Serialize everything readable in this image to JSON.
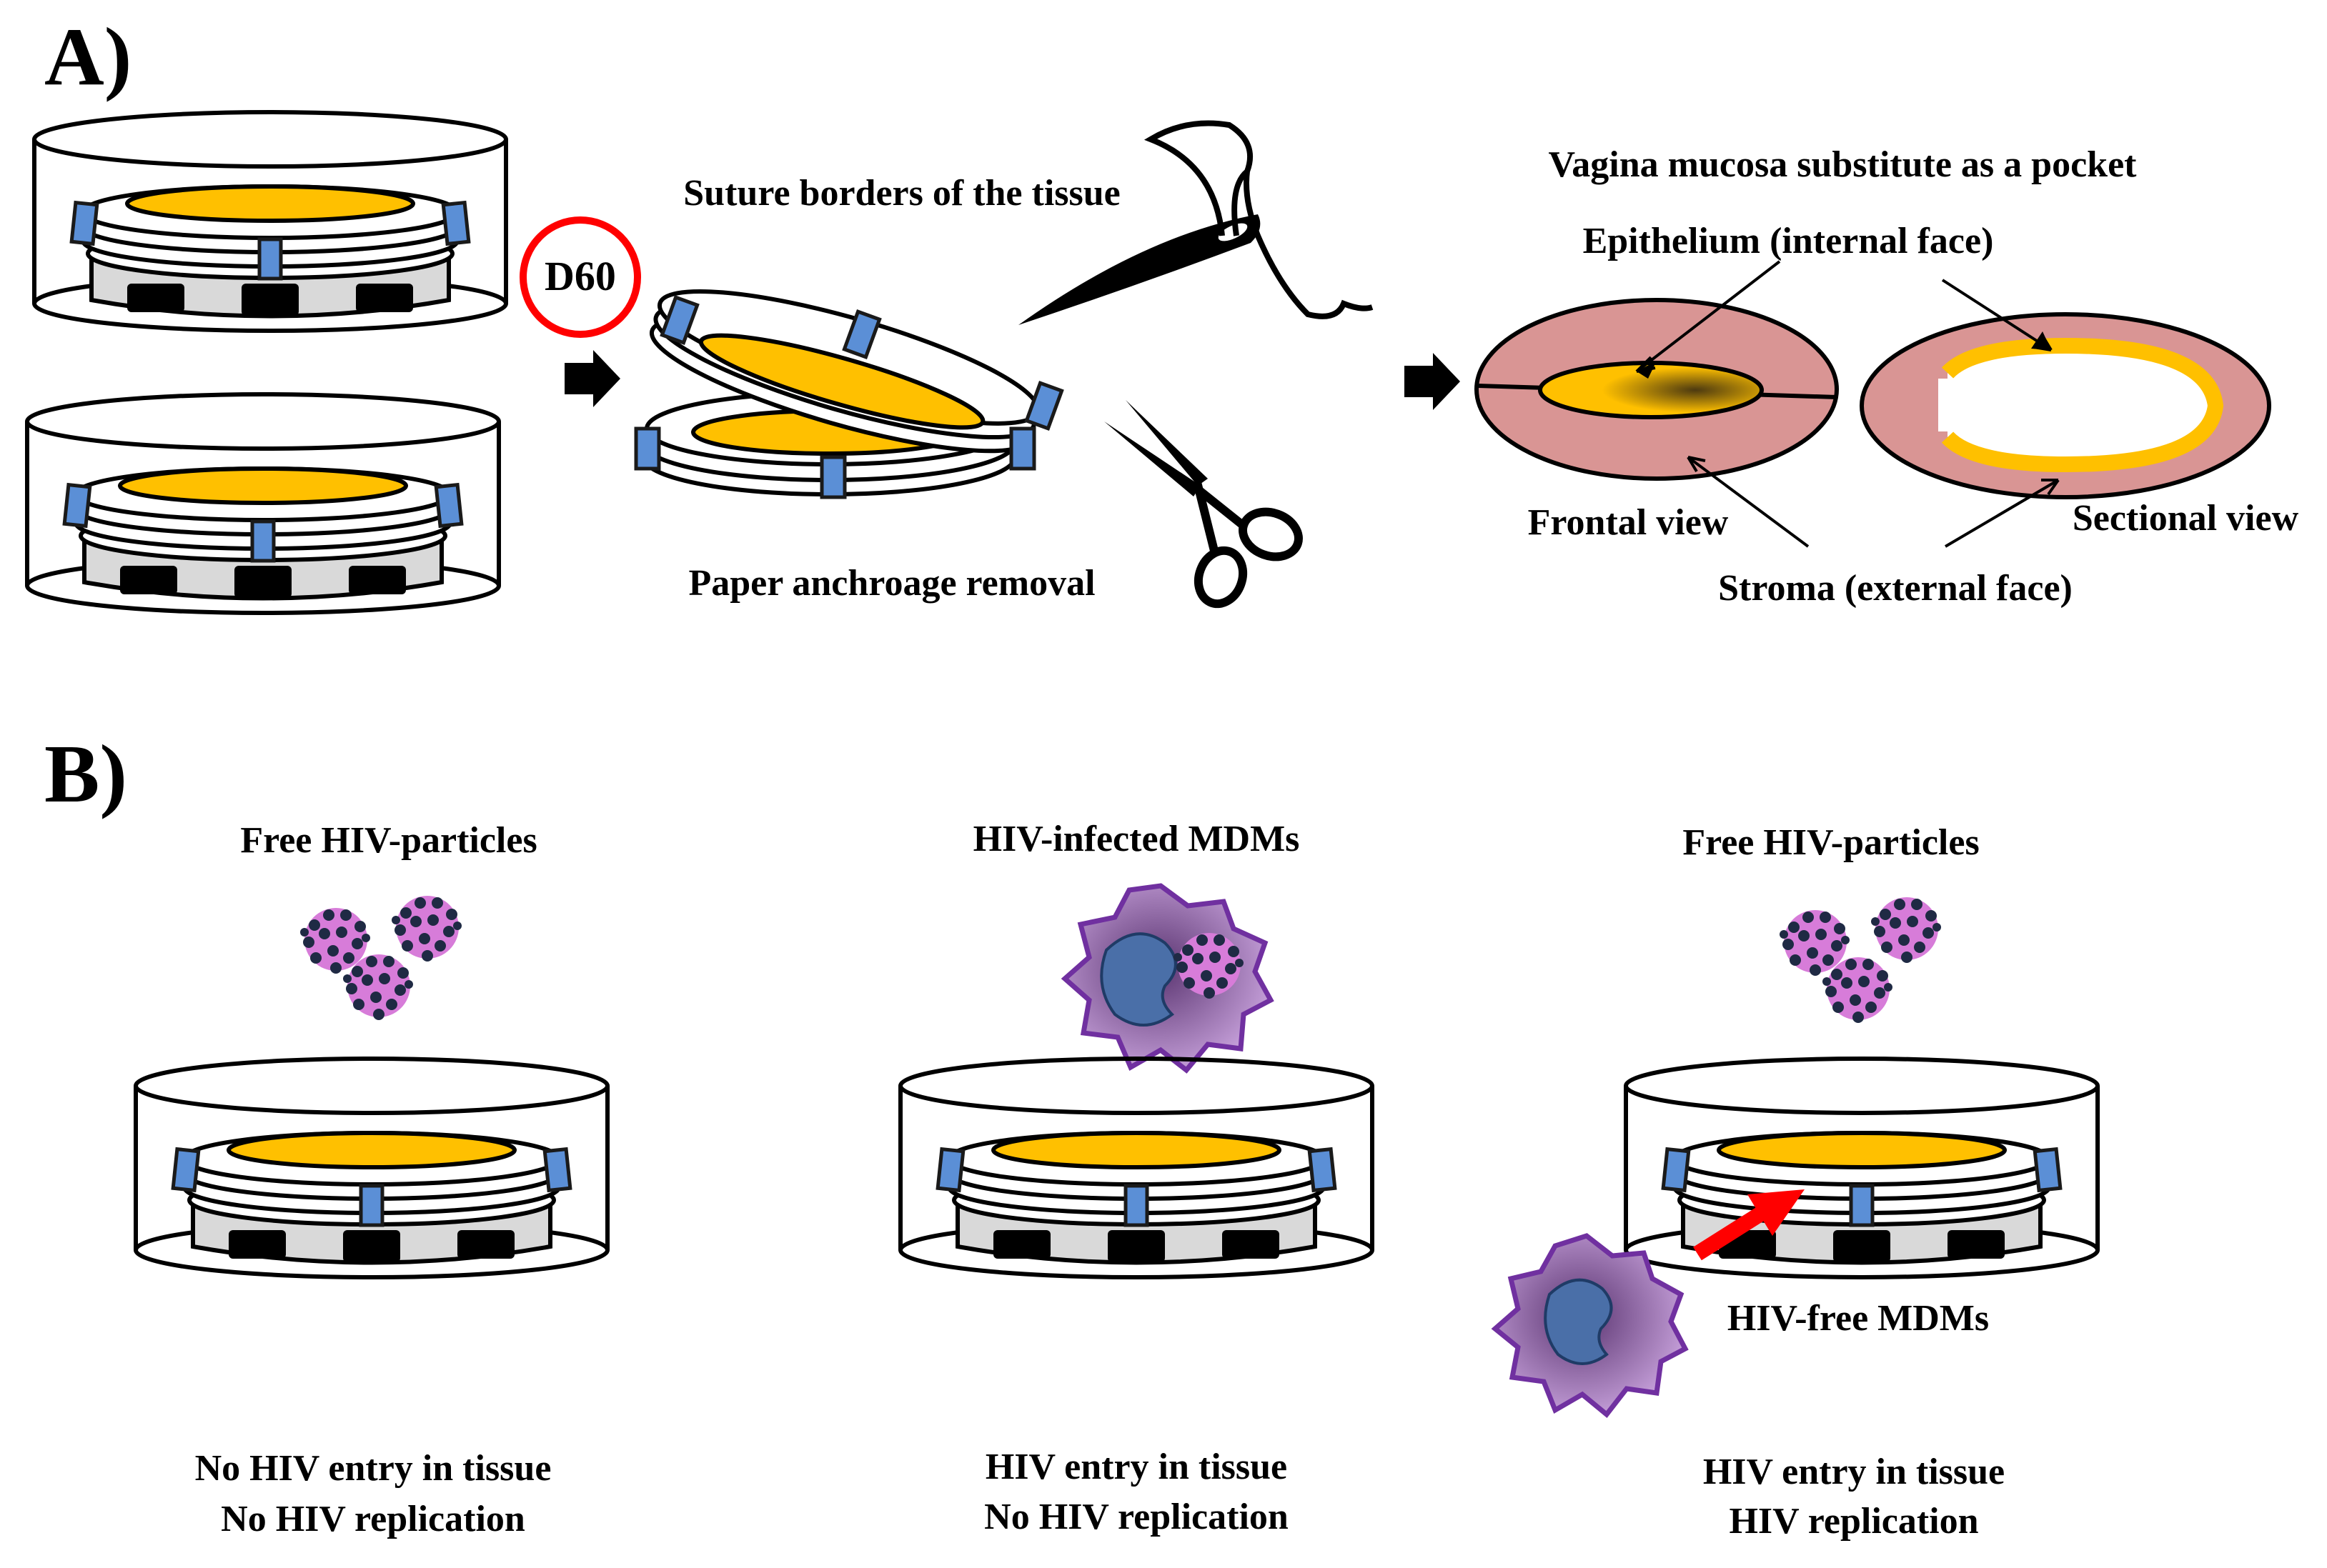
{
  "panel_a": {
    "letter": "A)",
    "day_label": "D60",
    "suture_label": "Suture borders of the tissue",
    "removal_label": "Paper anchroage removal",
    "pocket_title": "Vagina mucosa substitute as a pocket",
    "epithelium_label": "Epithelium (internal face)",
    "frontal_label": "Frontal view",
    "sectional_label": "Sectional view",
    "stroma_label": "Stroma (external face)"
  },
  "panel_b": {
    "letter": "B)",
    "conditions": [
      {
        "top": "Free HIV-particles",
        "bottom1": "No HIV entry in tissue",
        "bottom2": "No HIV replication"
      },
      {
        "top": "HIV-infected MDMs",
        "bottom1": "HIV entry in tissue",
        "bottom2": "No HIV replication"
      },
      {
        "top": "Free HIV-particles",
        "bottom1": "HIV entry in tissue",
        "bottom2": "HIV replication",
        "extra": "HIV-free MDMs"
      }
    ]
  },
  "colors": {
    "tissue_gold": "#FFC000",
    "clip_blue": "#5B8FD6",
    "stroma_pink": "#D99594",
    "virus_pink": "#D77CD9",
    "cell_purple": "#8F5AA8",
    "arrow_red": "#FF0000",
    "d60_ring": "#FF0000"
  },
  "icons": [
    "culture-insert-icon",
    "needle-icon",
    "thread-icon",
    "scissors-icon",
    "virus-cluster-icon",
    "macrophage-icon",
    "arrow-icon"
  ]
}
